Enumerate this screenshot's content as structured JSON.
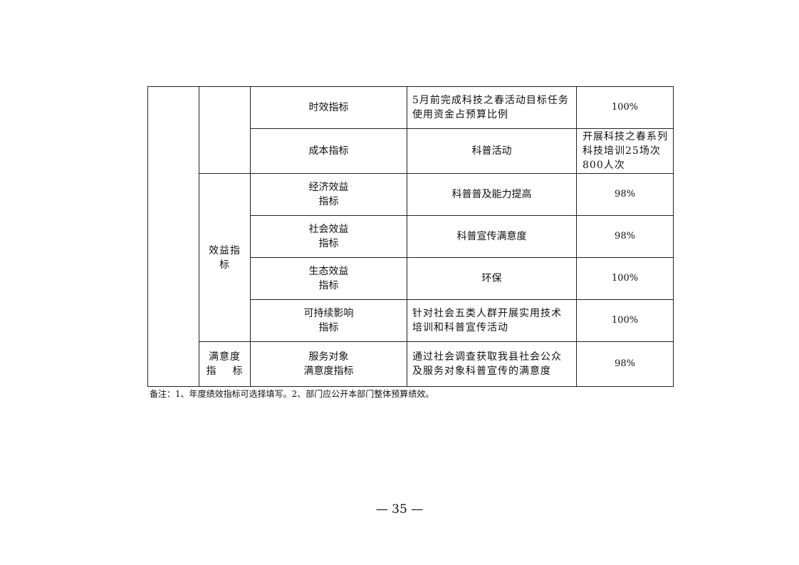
{
  "table": {
    "rows": [
      {
        "indicator": "时效指标",
        "content": "5月前完成科技之春活动目标任务使用资金占预算比例",
        "value": "100%"
      },
      {
        "indicator": "成本指标",
        "content": "科普活动",
        "value": "开展科技之春系列科技培训25场次800人次"
      },
      {
        "indicator_line1": "经济效益",
        "indicator_line2": "指标",
        "content": "科普普及能力提高",
        "value": "98%"
      },
      {
        "indicator_line1": "社会效益",
        "indicator_line2": "指标",
        "content": "科普宣传满意度",
        "value": "98%"
      },
      {
        "indicator_line1": "生态效益",
        "indicator_line2": "指标",
        "content": "环保",
        "value": "100%"
      },
      {
        "indicator_line1": "可持续影响",
        "indicator_line2": "指标",
        "content": "针对社会五类人群开展实用技术培训和科普宣传活动",
        "value": "100%"
      },
      {
        "indicator_line1": "服务对象",
        "indicator_line2": "满意度指标",
        "content": "通过社会调查获取我县社会公众及服务对象科普宣传的满意度",
        "value": "98%"
      }
    ],
    "groups": {
      "benefit_line1": "效益指",
      "benefit_line2": "标",
      "satisfaction_line1": "满意度",
      "satisfaction_line2a": "指",
      "satisfaction_line2b": "标"
    }
  },
  "note": "备注：1、年度绩效指标可选择填写。2、部门应公开本部门整体预算绩效。",
  "page_number": "— 35 —"
}
